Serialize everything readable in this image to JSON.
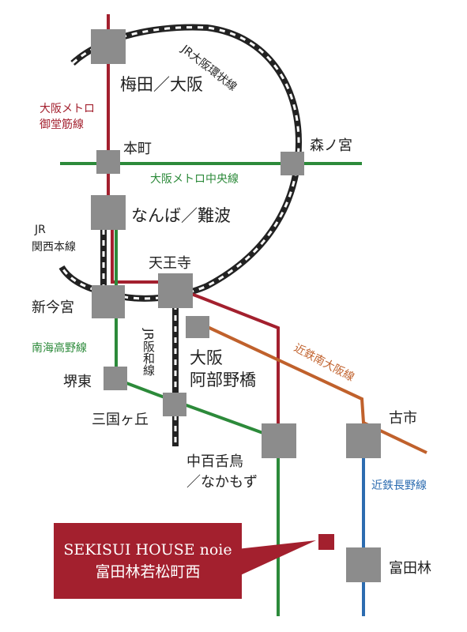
{
  "stations": {
    "umeda": "梅田／大阪",
    "honmachi": "本町",
    "morinomiya": "森ノ宮",
    "namba": "なんば／難波",
    "tennoji": "天王寺",
    "shinimamiya": "新今宮",
    "abeno_1": "大阪",
    "abeno_2": "阿部野橋",
    "sakaihigashi": "堺東",
    "mikunigaoka": "三国ヶ丘",
    "nakamozu_1": "中百舌鳥",
    "nakamozu_2": "／なかもず",
    "furuichi": "古市",
    "tondabayashi": "富田林"
  },
  "lines": {
    "jr_loop": "JR大阪環状線",
    "midosuji_1": "大阪メトロ",
    "midosuji_2": "御堂筋線",
    "chuo": "大阪メトロ中央線",
    "jr_kansai_1": "JR",
    "jr_kansai_2": "関西本線",
    "hanwa": "JR阪和線",
    "nankai_koya": "南海高野線",
    "kintetsu_minami_osaka": "近鉄南大阪線",
    "kintetsu_nagano": "近鉄長野線"
  },
  "callout": {
    "line1": "SEKISUI HOUSE noie",
    "line2": "富田林若松町西"
  },
  "colors": {
    "midosuji_red": "#a3202e",
    "chuo_green": "#2c8a3a",
    "nankai_green": "#2c8a3a",
    "kintetsu_orange": "#c0612c",
    "kintetsu_blue": "#2c6cb0",
    "jr_loop_black": "#222222",
    "station_grey": "#8c8c8c",
    "callout_red": "#a3202e"
  }
}
